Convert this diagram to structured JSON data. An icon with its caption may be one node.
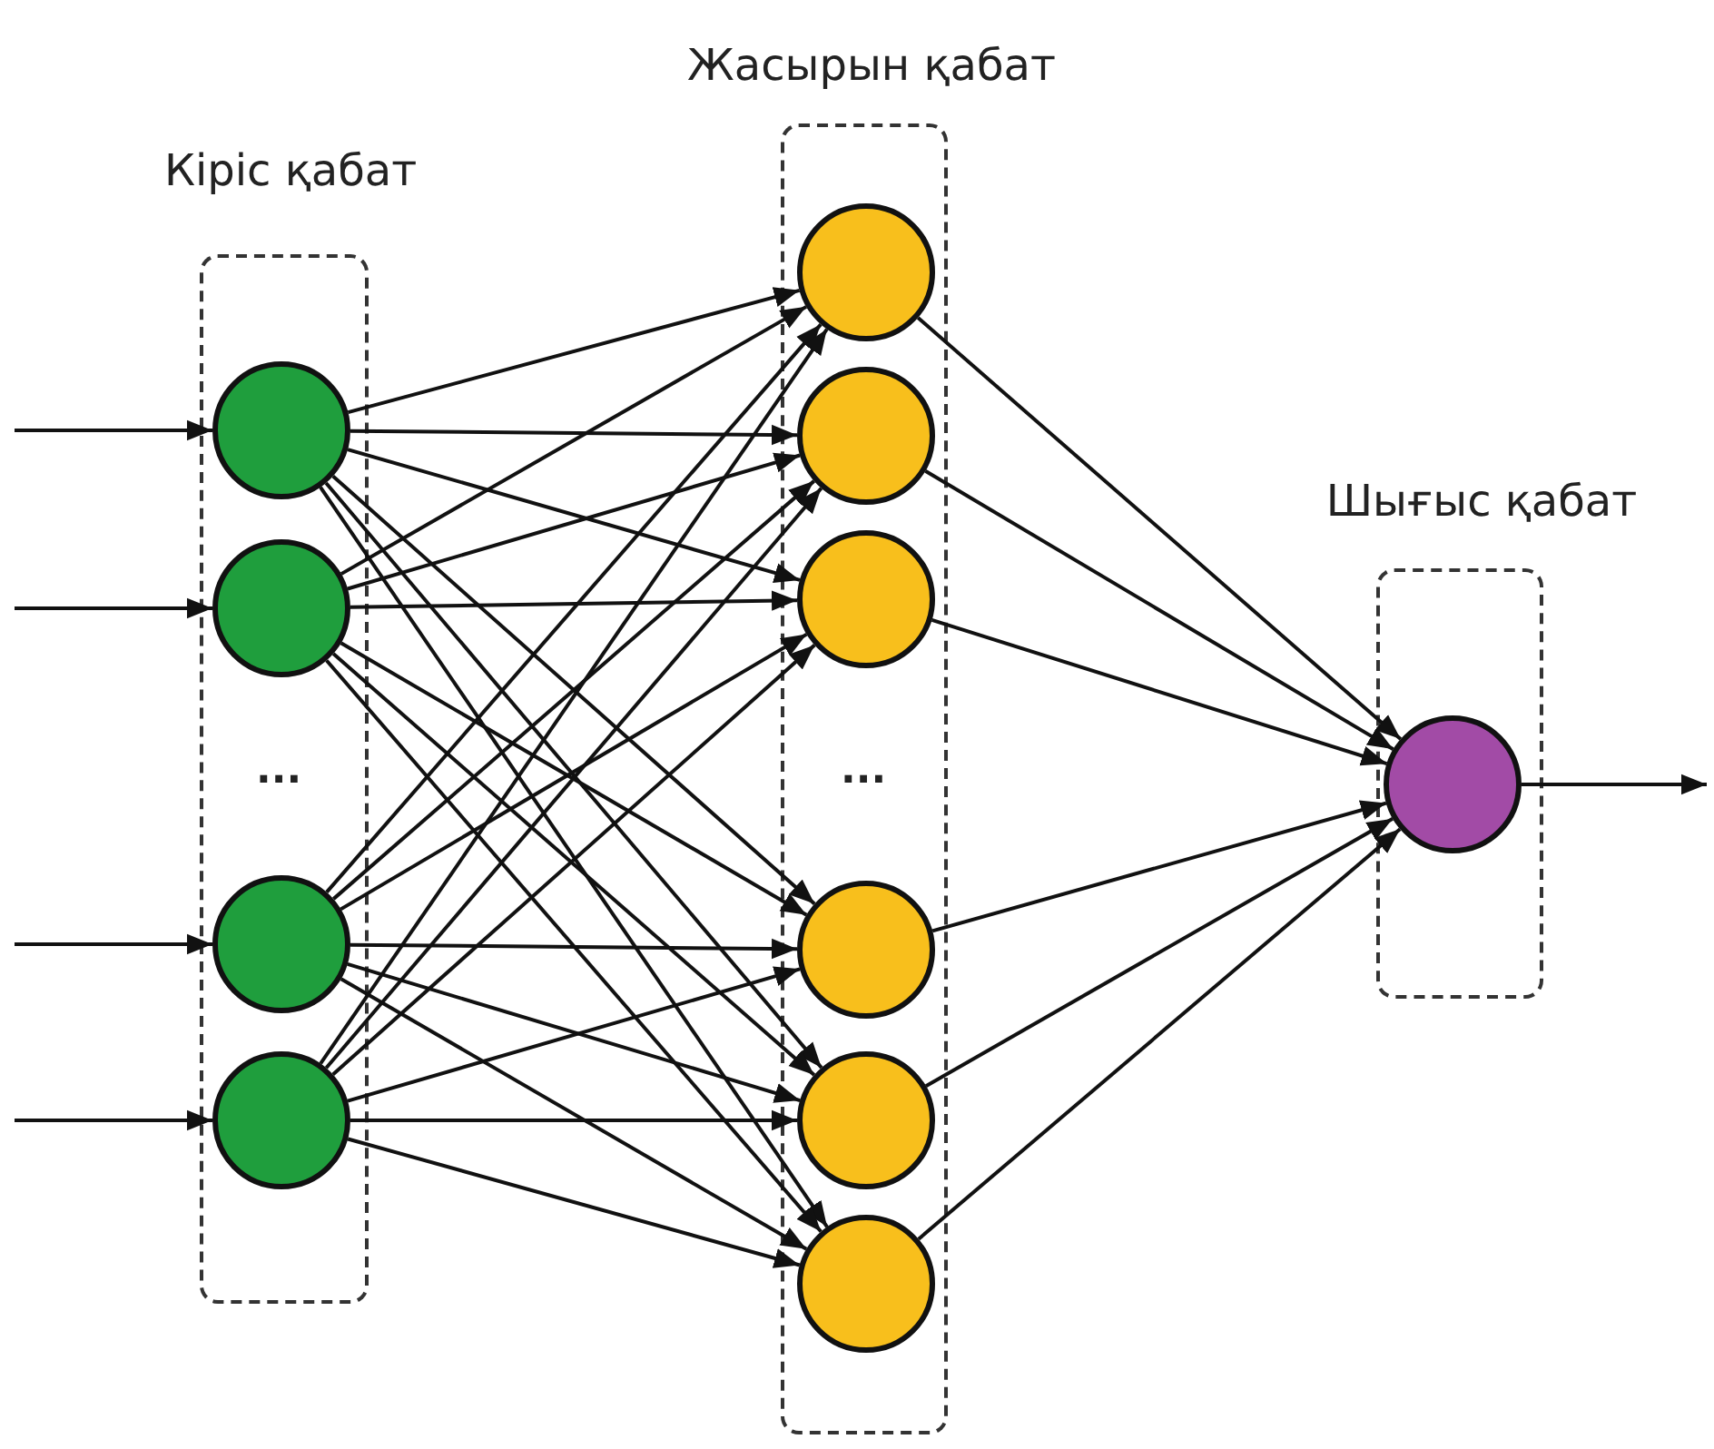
{
  "diagram": {
    "nodes": [
      {
        "text": [
          "Кіріс қабат"
        ]
      },
      {
        "text": [],
        "shape": "circle",
        "in": 0
      },
      {
        "text": [],
        "shape": "circle",
        "in": 0
      },
      {
        "text": [],
        "shape": "circle",
        "in": 0
      },
      {
        "text": [],
        "shape": "circle",
        "in": 0
      },
      {
        "text": [
          "Жасырын қабат"
        ]
      },
      {
        "text": [],
        "shape": "circle",
        "in": 5
      },
      {
        "text": [],
        "shape": "circle",
        "in": 5
      },
      {
        "text": [],
        "shape": "circle",
        "in": 5
      },
      {
        "text": [],
        "shape": "circle",
        "in": 5
      },
      {
        "text": [],
        "shape": "circle",
        "in": 5
      },
      {
        "text": [],
        "shape": "circle",
        "in": 5
      },
      {
        "text": [
          "Шығыс қабат"
        ]
      },
      {
        "text": [],
        "shape": "circle",
        "in": 12
      }
    ],
    "edges": [
      {
        "from": null,
        "to": 1,
        "arrow": "to"
      },
      {
        "from": null,
        "to": 2,
        "arrow": "to"
      },
      {
        "from": null,
        "to": 3,
        "arrow": "to"
      },
      {
        "from": null,
        "to": 4,
        "arrow": "to"
      },
      {
        "from": 1,
        "to": 6,
        "arrow": "to"
      },
      {
        "from": 1,
        "to": 7,
        "arrow": "to"
      },
      {
        "from": 1,
        "to": 8,
        "arrow": "to"
      },
      {
        "from": 1,
        "to": 9,
        "arrow": "to"
      },
      {
        "from": 1,
        "to": 10,
        "arrow": "to"
      },
      {
        "from": 1,
        "to": 11,
        "arrow": "to"
      },
      {
        "from": 2,
        "to": 6,
        "arrow": "to"
      },
      {
        "from": 2,
        "to": 7,
        "arrow": "to"
      },
      {
        "from": 2,
        "to": 8,
        "arrow": "to"
      },
      {
        "from": 2,
        "to": 9,
        "arrow": "to"
      },
      {
        "from": 2,
        "to": 10,
        "arrow": "to"
      },
      {
        "from": 2,
        "to": 11,
        "arrow": "to"
      },
      {
        "from": 3,
        "to": 6,
        "arrow": "to"
      },
      {
        "from": 3,
        "to": 7,
        "arrow": "to"
      },
      {
        "from": 3,
        "to": 8,
        "arrow": "to"
      },
      {
        "from": 3,
        "to": 9,
        "arrow": "to"
      },
      {
        "from": 3,
        "to": 10,
        "arrow": "to"
      },
      {
        "from": 3,
        "to": 11,
        "arrow": "to"
      },
      {
        "from": 4,
        "to": 6,
        "arrow": "to"
      },
      {
        "from": 4,
        "to": 7,
        "arrow": "to"
      },
      {
        "from": 4,
        "to": 8,
        "arrow": "to"
      },
      {
        "from": 4,
        "to": 9,
        "arrow": "to"
      },
      {
        "from": 4,
        "to": 10,
        "arrow": "to"
      },
      {
        "from": 4,
        "to": 11,
        "arrow": "to"
      },
      {
        "from": 6,
        "to": 13,
        "arrow": "to"
      },
      {
        "from": 7,
        "to": 13,
        "arrow": "to"
      },
      {
        "from": 8,
        "to": 13,
        "arrow": "to"
      },
      {
        "from": 9,
        "to": 13,
        "arrow": "to"
      },
      {
        "from": 10,
        "to": 13,
        "arrow": "to"
      },
      {
        "from": 11,
        "to": 13,
        "arrow": "to"
      },
      {
        "from": 13,
        "to": null,
        "arrow": "to"
      }
    ],
    "labels": [
      "...",
      "..."
    ]
  }
}
